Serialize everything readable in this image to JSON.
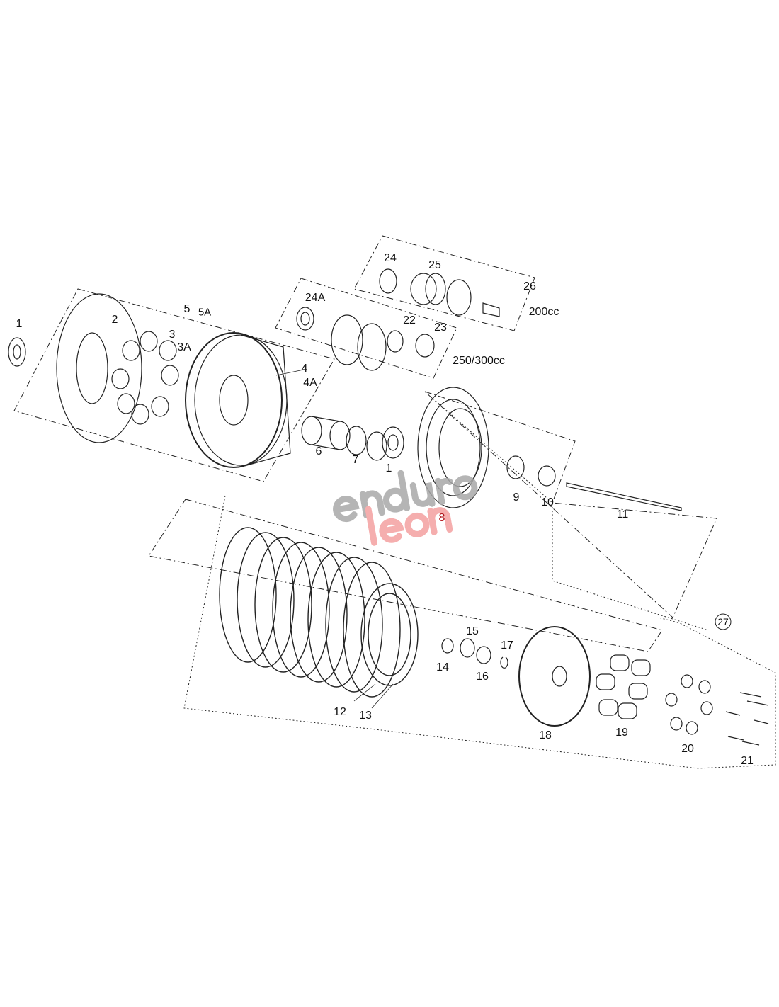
{
  "watermark": {
    "line1": "enduro",
    "line2": "leon",
    "color1": "#a9a9a9",
    "color2": "#f4a0a0"
  },
  "labels": {
    "p1a": "1",
    "p2": "2",
    "p5": "5",
    "p5A": "5A",
    "p3": "3",
    "p3A": "3A",
    "p4": "4",
    "p4A": "4A",
    "p24A": "24A",
    "p24": "24",
    "p25": "25",
    "p26": "26",
    "cc200": "200cc",
    "p22": "22",
    "p23": "23",
    "cc250": "250/300cc",
    "p6": "6",
    "p7": "7",
    "p1b": "1",
    "p8": "8",
    "p9": "9",
    "p10": "10",
    "p11": "11",
    "p27": "27",
    "p15": "15",
    "p17": "17",
    "p14": "14",
    "p16": "16",
    "p12": "12",
    "p13": "13",
    "p18": "18",
    "p19": "19",
    "p20": "20",
    "p21": "21"
  }
}
